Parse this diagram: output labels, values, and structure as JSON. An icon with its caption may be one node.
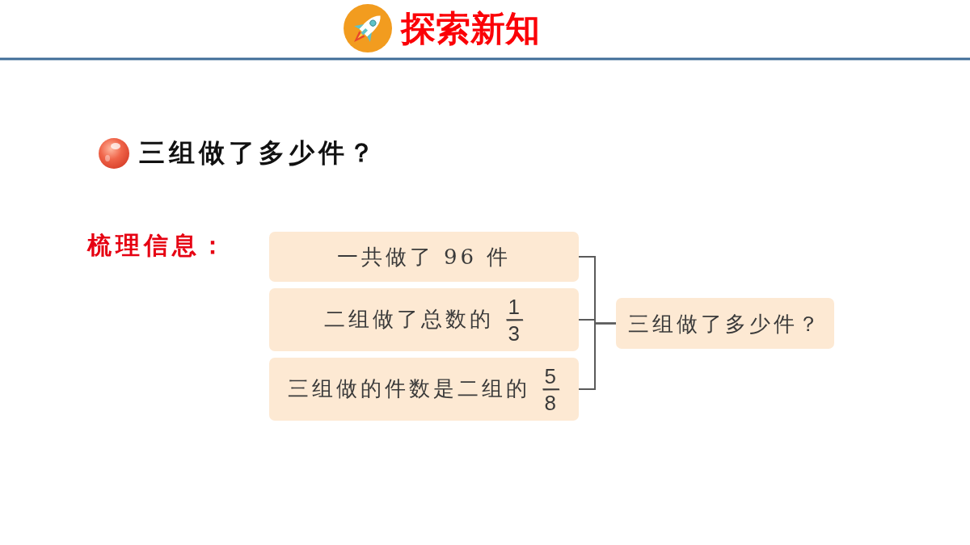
{
  "diagram": {
    "title": "探索新知",
    "nodes": [
      {
        "text": [
          "一共做了 96 件"
        ]
      },
      {
        "text": [
          "二组做了总数的 1/3"
        ]
      },
      {
        "text": [
          "三组做的件数是二组的 5/8"
        ]
      },
      {
        "text": [
          "三组做了多少件？"
        ]
      }
    ],
    "edges": [
      {
        "from": 0,
        "to": 3,
        "arrow": "none"
      },
      {
        "from": 1,
        "to": 3,
        "arrow": "none"
      },
      {
        "from": 2,
        "to": 3,
        "arrow": "none"
      }
    ],
    "labels": [
      "三组做了多少件？",
      "梳理信息："
    ]
  }
}
